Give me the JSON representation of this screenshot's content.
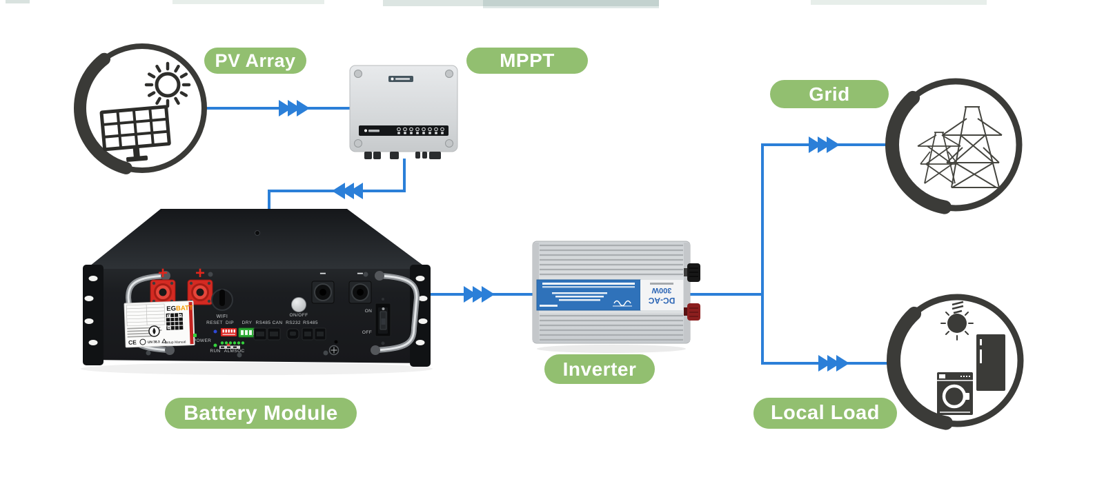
{
  "diagram": {
    "labels": {
      "pv_array": "PV Array",
      "mppt": "MPPT",
      "grid": "Grid",
      "inverter": "Inverter",
      "battery_module": "Battery Module",
      "local_load": "Local Load"
    },
    "colors": {
      "wire_blue": "#2b7fd8",
      "label_green": "#92bf70",
      "label_text": "#ffffff",
      "icon_ink": "#3b3b38"
    },
    "icons": {
      "pv": "solar-panel-sun-icon",
      "mppt": "charge-controller-device",
      "battery": "rack-battery-device",
      "inverter": "power-inverter-device",
      "grid": "transmission-towers-icon",
      "local_load": "home-appliances-icon"
    },
    "flows": [
      {
        "from": "PV Array",
        "to": "MPPT"
      },
      {
        "from": "MPPT",
        "to": "Battery Module"
      },
      {
        "from": "Battery Module",
        "to": "Inverter"
      },
      {
        "from": "Inverter",
        "to": "Grid"
      },
      {
        "from": "Inverter",
        "to": "Local Load"
      }
    ]
  },
  "battery_panel": {
    "brand_black": "EG",
    "brand_orange": "BATT",
    "setup_manual": "Setup Manual",
    "un_mark": "UN 38.3",
    "ce_mark": "CE",
    "plus": "+",
    "minus": "−",
    "wifi": "WIFI",
    "on_off_button": "ON/OFF",
    "reset": "RESET",
    "dip": "DIP",
    "dry": "DRY",
    "rs485_can": "RS485 CAN",
    "rs232": "RS232",
    "rs485": "RS485",
    "power": "POWER",
    "run": "RUN",
    "alm": "ALM",
    "soc": "SOC",
    "breaker_on": "ON",
    "breaker_off": "OFF"
  },
  "inverter_label": {
    "type": "DC-AC",
    "power": "300W"
  }
}
